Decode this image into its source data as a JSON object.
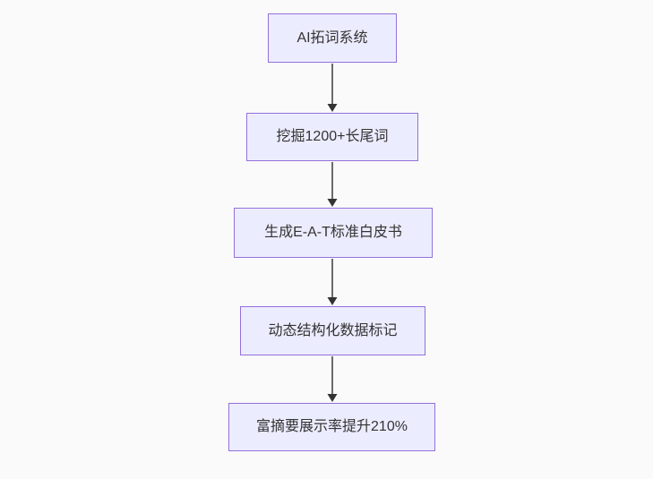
{
  "diagram": {
    "type": "flowchart-top-down",
    "colors": {
      "bg": "#fafafa",
      "node-fill": "#ECECFF",
      "node-border": "#9370DB",
      "text": "#333333",
      "edge-line": "#5b5b5b",
      "arrowhead": "#333333"
    },
    "nodes": [
      {
        "id": "n1",
        "label": "AI拓词系统"
      },
      {
        "id": "n2",
        "label": "挖掘1200+长尾词"
      },
      {
        "id": "n3",
        "label": "生成E-A-T标准白皮书"
      },
      {
        "id": "n4",
        "label": "动态结构化数据标记"
      },
      {
        "id": "n5",
        "label": "富摘要展示率提升210%"
      }
    ],
    "edges": [
      {
        "from": "n1",
        "to": "n2"
      },
      {
        "from": "n2",
        "to": "n3"
      },
      {
        "from": "n3",
        "to": "n4"
      },
      {
        "from": "n4",
        "to": "n5"
      }
    ]
  }
}
